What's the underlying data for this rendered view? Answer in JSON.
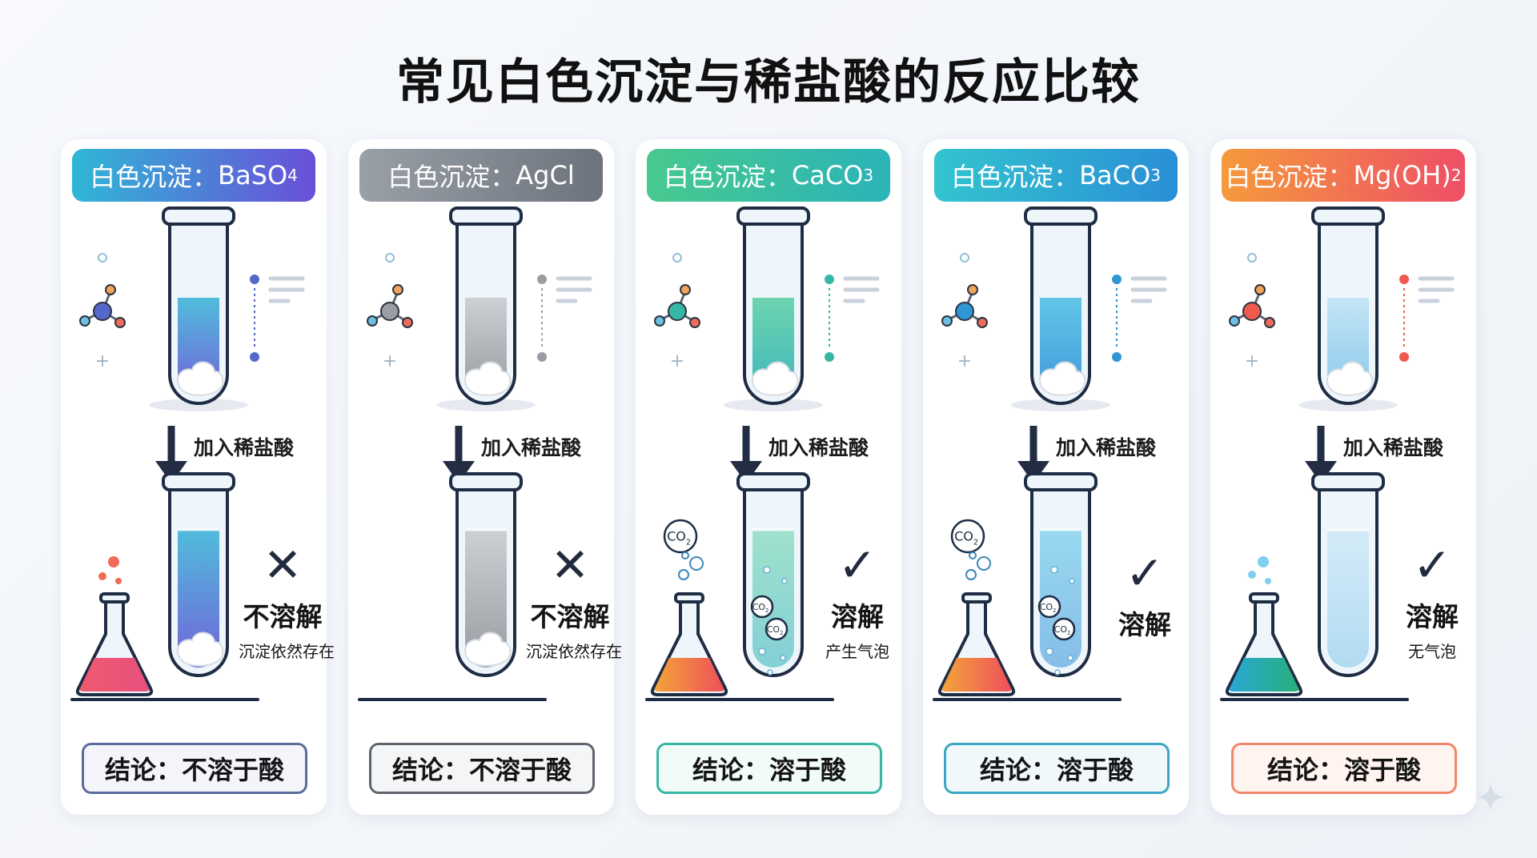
{
  "title": "常见白色沉淀与稀盐酸的反应比较",
  "add_label": "加入稀盐酸",
  "co2_label": "CO",
  "co2_sub": "2",
  "cards": [
    {
      "name": "baso4",
      "pill_prefix": "白色沉淀：",
      "formula_main": "BaSO",
      "formula_sub": "4",
      "formula_tail": "",
      "mark": "✕",
      "result_main": "不溶解",
      "result_sub": "沉淀依然存在",
      "conclusion": "结论：不溶于酸",
      "dissolves": false,
      "bubbles": false,
      "colors": {
        "pill_from": "#2fb7d6",
        "pill_to": "#6a4fd8",
        "liquid_top": "#3fb6d8",
        "liquid_bottom": "#6552d6",
        "border": "#5b6b9b",
        "bg": "#f3f5fb",
        "flask_top": "#f05a6e",
        "flask_bottom": "#e8507e",
        "accent": "#5468c9"
      }
    },
    {
      "name": "agcl",
      "pill_prefix": "白色沉淀：",
      "formula_main": "AgCl",
      "formula_sub": "",
      "formula_tail": "",
      "mark": "✕",
      "result_main": "不溶解",
      "result_sub": "沉淀依然存在",
      "conclusion": "结论：不溶于酸",
      "dissolves": false,
      "bubbles": false,
      "colors": {
        "pill_from": "#9aa0a8",
        "pill_to": "#6d737c",
        "liquid_top": "#c9cbcf",
        "liquid_bottom": "#8f9297",
        "border": "#5e636d",
        "bg": "#f4f5f7",
        "flask_top": "#ccc",
        "flask_bottom": "#aaa",
        "accent": "#9a9da3"
      }
    },
    {
      "name": "caco3",
      "pill_prefix": "白色沉淀：",
      "formula_main": "CaCO",
      "formula_sub": "3",
      "formula_tail": "",
      "mark": "✓",
      "result_main": "溶解",
      "result_sub": "产生气泡",
      "conclusion": "结论：溶于酸",
      "dissolves": true,
      "bubbles": true,
      "colors": {
        "pill_from": "#48c98e",
        "pill_to": "#2bb3b8",
        "liquid_top": "#5fd0a6",
        "liquid_bottom": "#2bb0b6",
        "border": "#37b6a3",
        "bg": "#f1fbf8",
        "flask_top": "#f4a43a",
        "flask_bottom": "#ee4f5b",
        "accent": "#36b7a5"
      }
    },
    {
      "name": "baco3",
      "pill_prefix": "白色沉淀：",
      "formula_main": "BaCO",
      "formula_sub": "3",
      "formula_tail": "",
      "mark": "✓",
      "result_main": "溶解",
      "result_sub": "",
      "conclusion": "结论：溶于酸",
      "dissolves": true,
      "bubbles": true,
      "colors": {
        "pill_from": "#33c4cf",
        "pill_to": "#2a8fd6",
        "liquid_top": "#52c1e6",
        "liquid_bottom": "#2f8fd8",
        "border": "#3aa8c4",
        "bg": "#f1f8fb",
        "flask_top": "#f4a43a",
        "flask_bottom": "#ee4f5b",
        "accent": "#2f97d4"
      }
    },
    {
      "name": "mgoh2",
      "pill_prefix": "白色沉淀：",
      "formula_main": "Mg(OH)",
      "formula_sub": "2",
      "formula_tail": "",
      "mark": "✓",
      "result_main": "溶解",
      "result_sub": "无气泡",
      "conclusion": "结论：溶于酸",
      "dissolves": true,
      "bubbles": false,
      "colors": {
        "pill_from": "#f59a3c",
        "pill_to": "#ee4f66",
        "liquid_top": "#bfe3f5",
        "liquid_bottom": "#7fc4ea",
        "border": "#f0876a",
        "bg": "#fff4ef",
        "flask_top": "#2aa7d6",
        "flask_bottom": "#27b07a",
        "accent": "#ef5a4e"
      }
    }
  ]
}
